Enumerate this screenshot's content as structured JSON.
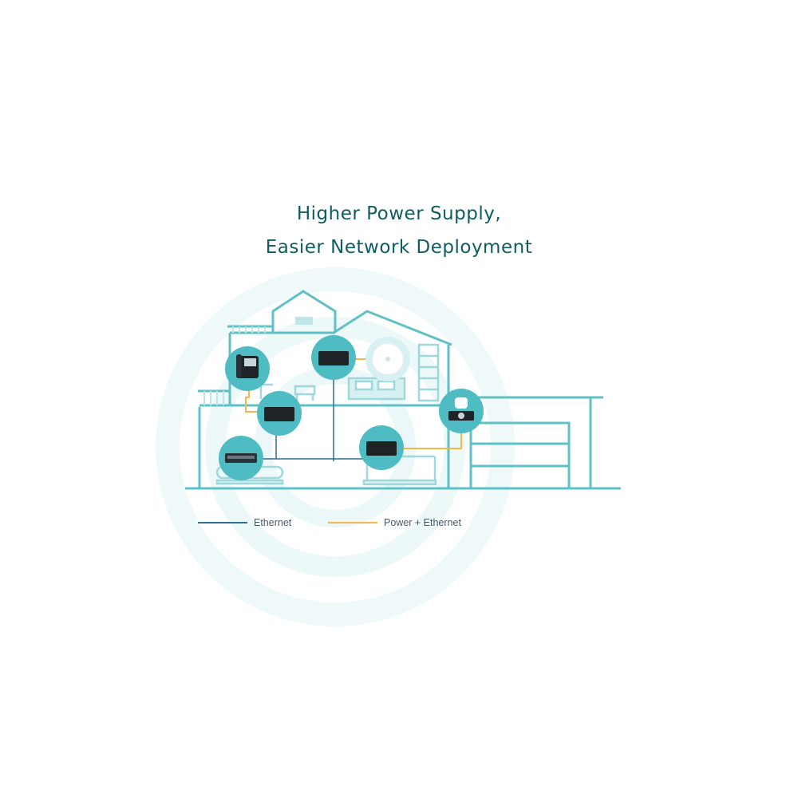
{
  "title": {
    "line1": "Higher Power Supply,",
    "line2": "Easier Network Deployment"
  },
  "legend": [
    {
      "label": "Ethernet",
      "color": "#2f6f94"
    },
    {
      "label": "Power + Ethernet",
      "color": "#f2b84b"
    }
  ],
  "colors": {
    "house": "#5fc1c6",
    "house_light": "#bfe6e8",
    "device_circle": "#4fbcc3",
    "device_dark": "#1e2326",
    "ethernet": "#2f6f94",
    "poe": "#f2b84b"
  },
  "devices": [
    {
      "name": "ip-phone-icon"
    },
    {
      "name": "poe-switch-icon"
    },
    {
      "name": "access-point-icon"
    },
    {
      "name": "poe-switch-icon"
    },
    {
      "name": "desktop-switch-icon"
    },
    {
      "name": "poe-switch-icon"
    },
    {
      "name": "security-camera-icon"
    }
  ]
}
